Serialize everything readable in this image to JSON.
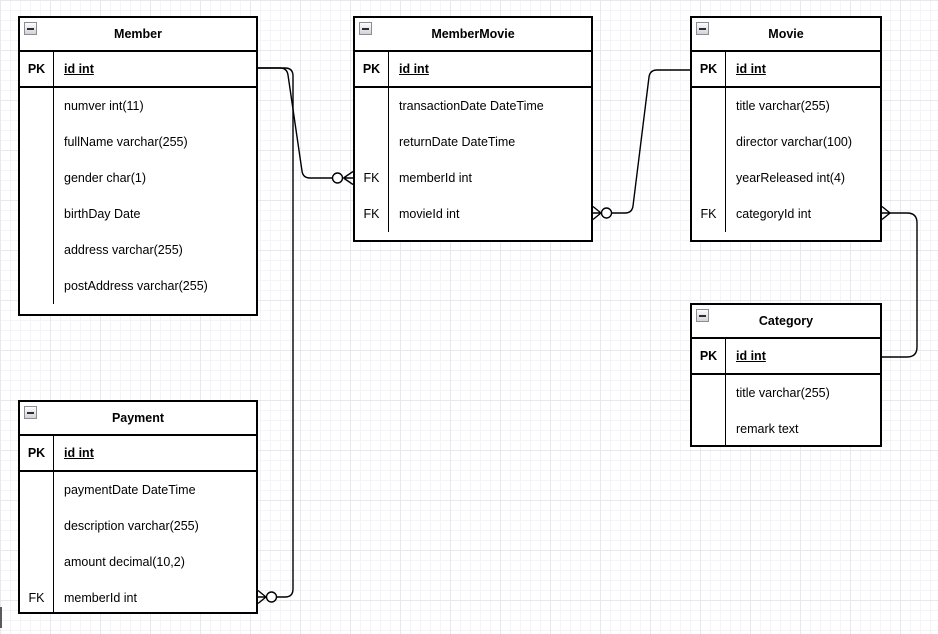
{
  "diagram": {
    "tables": [
      {
        "title": "Member",
        "collapse_icon": "minus",
        "pk": {
          "key": "PK",
          "field": "id int"
        },
        "rows": [
          {
            "key": "",
            "field": "numver int(11)"
          },
          {
            "key": "",
            "field": "fullName varchar(255)"
          },
          {
            "key": "",
            "field": "gender char(1)"
          },
          {
            "key": "",
            "field": "birthDay Date"
          },
          {
            "key": "",
            "field": "address varchar(255)"
          },
          {
            "key": "",
            "field": "postAddress varchar(255)"
          }
        ]
      },
      {
        "title": "MemberMovie",
        "collapse_icon": "minus",
        "pk": {
          "key": "PK",
          "field": "id int"
        },
        "rows": [
          {
            "key": "",
            "field": "transactionDate DateTime"
          },
          {
            "key": "",
            "field": "returnDate DateTime"
          },
          {
            "key": "FK",
            "field": "memberId int"
          },
          {
            "key": "FK",
            "field": "movieId int"
          }
        ]
      },
      {
        "title": "Movie",
        "collapse_icon": "minus",
        "pk": {
          "key": "PK",
          "field": "id int"
        },
        "rows": [
          {
            "key": "",
            "field": "title varchar(255)"
          },
          {
            "key": "",
            "field": "director varchar(100)"
          },
          {
            "key": "",
            "field": "yearReleased int(4)"
          },
          {
            "key": "FK",
            "field": "categoryId int"
          }
        ]
      },
      {
        "title": "Category",
        "collapse_icon": "minus",
        "pk": {
          "key": "PK",
          "field": "id int"
        },
        "rows": [
          {
            "key": "",
            "field": "title varchar(255)"
          },
          {
            "key": "",
            "field": "remark text"
          }
        ]
      },
      {
        "title": "Payment",
        "collapse_icon": "minus",
        "pk": {
          "key": "PK",
          "field": "id int"
        },
        "rows": [
          {
            "key": "",
            "field": "paymentDate DateTime"
          },
          {
            "key": "",
            "field": "description varchar(255)"
          },
          {
            "key": "",
            "field": "amount decimal(10,2)"
          },
          {
            "key": "FK",
            "field": "memberId int"
          }
        ]
      }
    ],
    "connections": [
      {
        "from": "Member.id",
        "to": "MemberMovie.memberId",
        "from_end": "one",
        "to_end": "zero-or-many"
      },
      {
        "from": "Member.id",
        "to": "Payment.memberId",
        "from_end": "one",
        "to_end": "zero-or-many"
      },
      {
        "from": "Movie.id",
        "to": "MemberMovie.movieId",
        "from_end": "one",
        "to_end": "zero-or-many"
      },
      {
        "from": "Category.id",
        "to": "Movie.categoryId",
        "from_end": "one",
        "to_end": "many"
      }
    ],
    "colors": {
      "line": "#000000",
      "table_border": "#000000",
      "table_background": "#ffffff",
      "grid_minor": "#f4f4f8",
      "grid_major": "#e7e7f0"
    }
  }
}
